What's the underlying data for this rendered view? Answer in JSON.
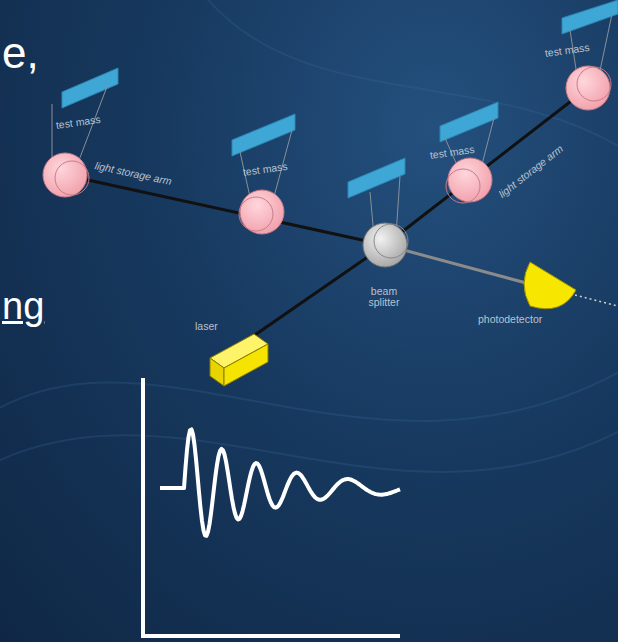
{
  "diagram": {
    "labels": [
      "e,",
      "ng",
      "test mass",
      "light storage arm",
      "test mass",
      "test mass",
      "test mass",
      "light storage arm",
      "beam splitter",
      "laser",
      "photodetector"
    ]
  }
}
